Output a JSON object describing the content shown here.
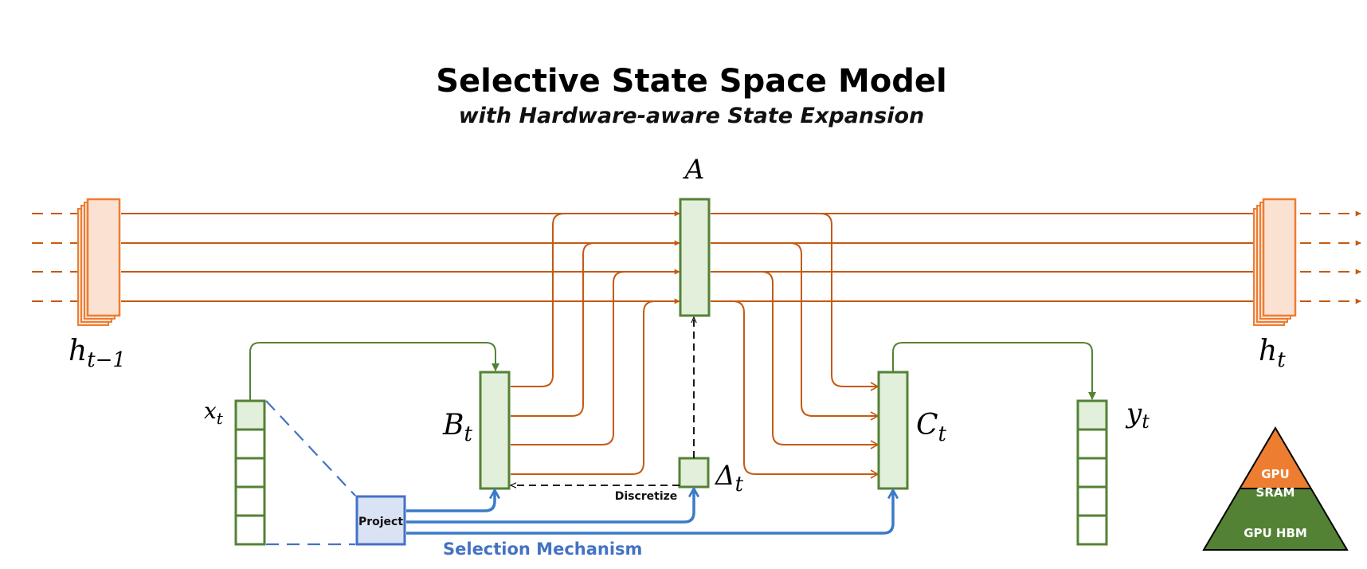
{
  "title": "Selective State Space Model",
  "subtitle": "with Hardware-aware State Expansion",
  "labels": {
    "A": "A",
    "h_prev_base": "h",
    "h_prev_sub": "t−1",
    "h_t_base": "h",
    "h_t_sub": "t",
    "x_base": "x",
    "x_sub": "t",
    "y_base": "y",
    "y_sub": "t",
    "B_base": "B",
    "B_sub": "t",
    "C_base": "C",
    "C_sub": "t",
    "delta_base": "Δ",
    "delta_sub": "t"
  },
  "project_label": "Project",
  "discretize_label": "Discretize",
  "selection_label": "Selection Mechanism",
  "pyramid": {
    "top_line1": "GPU",
    "top_line2": "SRAM",
    "bottom": "GPU HBM"
  },
  "colors": {
    "orange_line": "#c55a11",
    "orange_fill": "#fbe1d2",
    "orange_stroke": "#ed7d31",
    "green_stroke": "#548235",
    "green_fill": "#e2efda",
    "blue": "#3a7bc8",
    "blue_fill": "#dae3f3",
    "pyramid_top": "#ed7d31",
    "pyramid_bottom": "#548235"
  }
}
